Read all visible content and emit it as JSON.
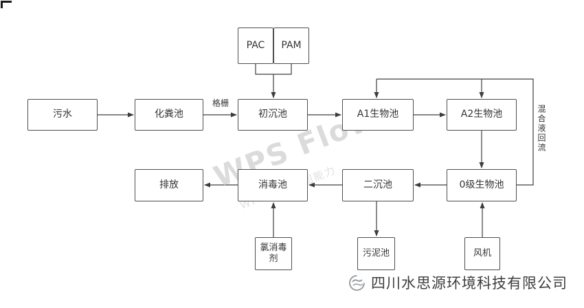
{
  "nodes": {
    "sewage": {
      "label": "污水"
    },
    "septic": {
      "label": "化粪池"
    },
    "pac": {
      "label": "PAC"
    },
    "pam": {
      "label": "PAM"
    },
    "primary": {
      "label": "初沉池"
    },
    "a1bio": {
      "label": "A1生物池"
    },
    "a2bio": {
      "label": "A2生物池"
    },
    "discharge": {
      "label": "排放"
    },
    "disinfect": {
      "label": "消毒池"
    },
    "secondary": {
      "label": "二沉池"
    },
    "level0bio": {
      "label": "0级生物池"
    },
    "chlorine": {
      "label": "氯消毒剂"
    },
    "sludge": {
      "label": "污泥池"
    },
    "blower": {
      "label": "风机"
    }
  },
  "labels": {
    "grid_screen": "格栅",
    "mixed_liquor_reflux": "混合液回流"
  },
  "watermark": {
    "line1": "WPS Flow",
    "line2": "WPS 提供作图能力"
  },
  "footer": {
    "company": "四川水思源环境科技有限公司"
  },
  "colors": {
    "line": "#3d3d3d",
    "border": "#4d4d4d",
    "watermark": "#cccccc",
    "text": "#333333"
  }
}
